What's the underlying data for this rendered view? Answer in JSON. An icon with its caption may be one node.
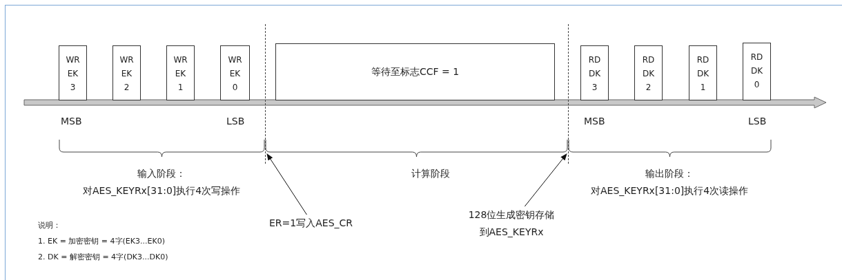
{
  "diagram": {
    "nodes": [
      {
        "text": [
          "WR EK 3"
        ]
      },
      {
        "text": [
          "WR EK 2"
        ]
      },
      {
        "text": [
          "WR EK 1"
        ]
      },
      {
        "text": [
          "WR EK 0"
        ]
      },
      {
        "text": [
          "等待至标志CCF = 1"
        ]
      },
      {
        "text": [
          "RD DK 3"
        ]
      },
      {
        "text": [
          "RD DK 2"
        ]
      },
      {
        "text": [
          "RD DK 1"
        ]
      },
      {
        "text": [
          "RD DK 0"
        ]
      },
      {
        "text": [
          "ER=1写入AES_CR"
        ]
      },
      {
        "text": [
          "128位生成密钥存储到AES_KEYRx"
        ]
      },
      {
        "text": [],
        "shape": "line"
      },
      {
        "text": [],
        "shape": "line"
      }
    ],
    "edges": [
      {
        "from": 9,
        "to": 11,
        "arrow": "to"
      },
      {
        "from": 10,
        "to": 12,
        "arrow": "to"
      }
    ],
    "labels": [
      "MSB",
      "LSB",
      "MSB",
      "LSB",
      "输入阶段：",
      "对AES_KEYRx[31:0]执行4次写操作",
      "计算阶段",
      "输出阶段：",
      "对AES_KEYRx[31:0]执行4次读操作",
      "说明：",
      "1. EK = 加密密钥 = 4字(EK3...EK0)",
      "2. DK = 解密密钥 = 4字(DK3...DK0)"
    ]
  }
}
